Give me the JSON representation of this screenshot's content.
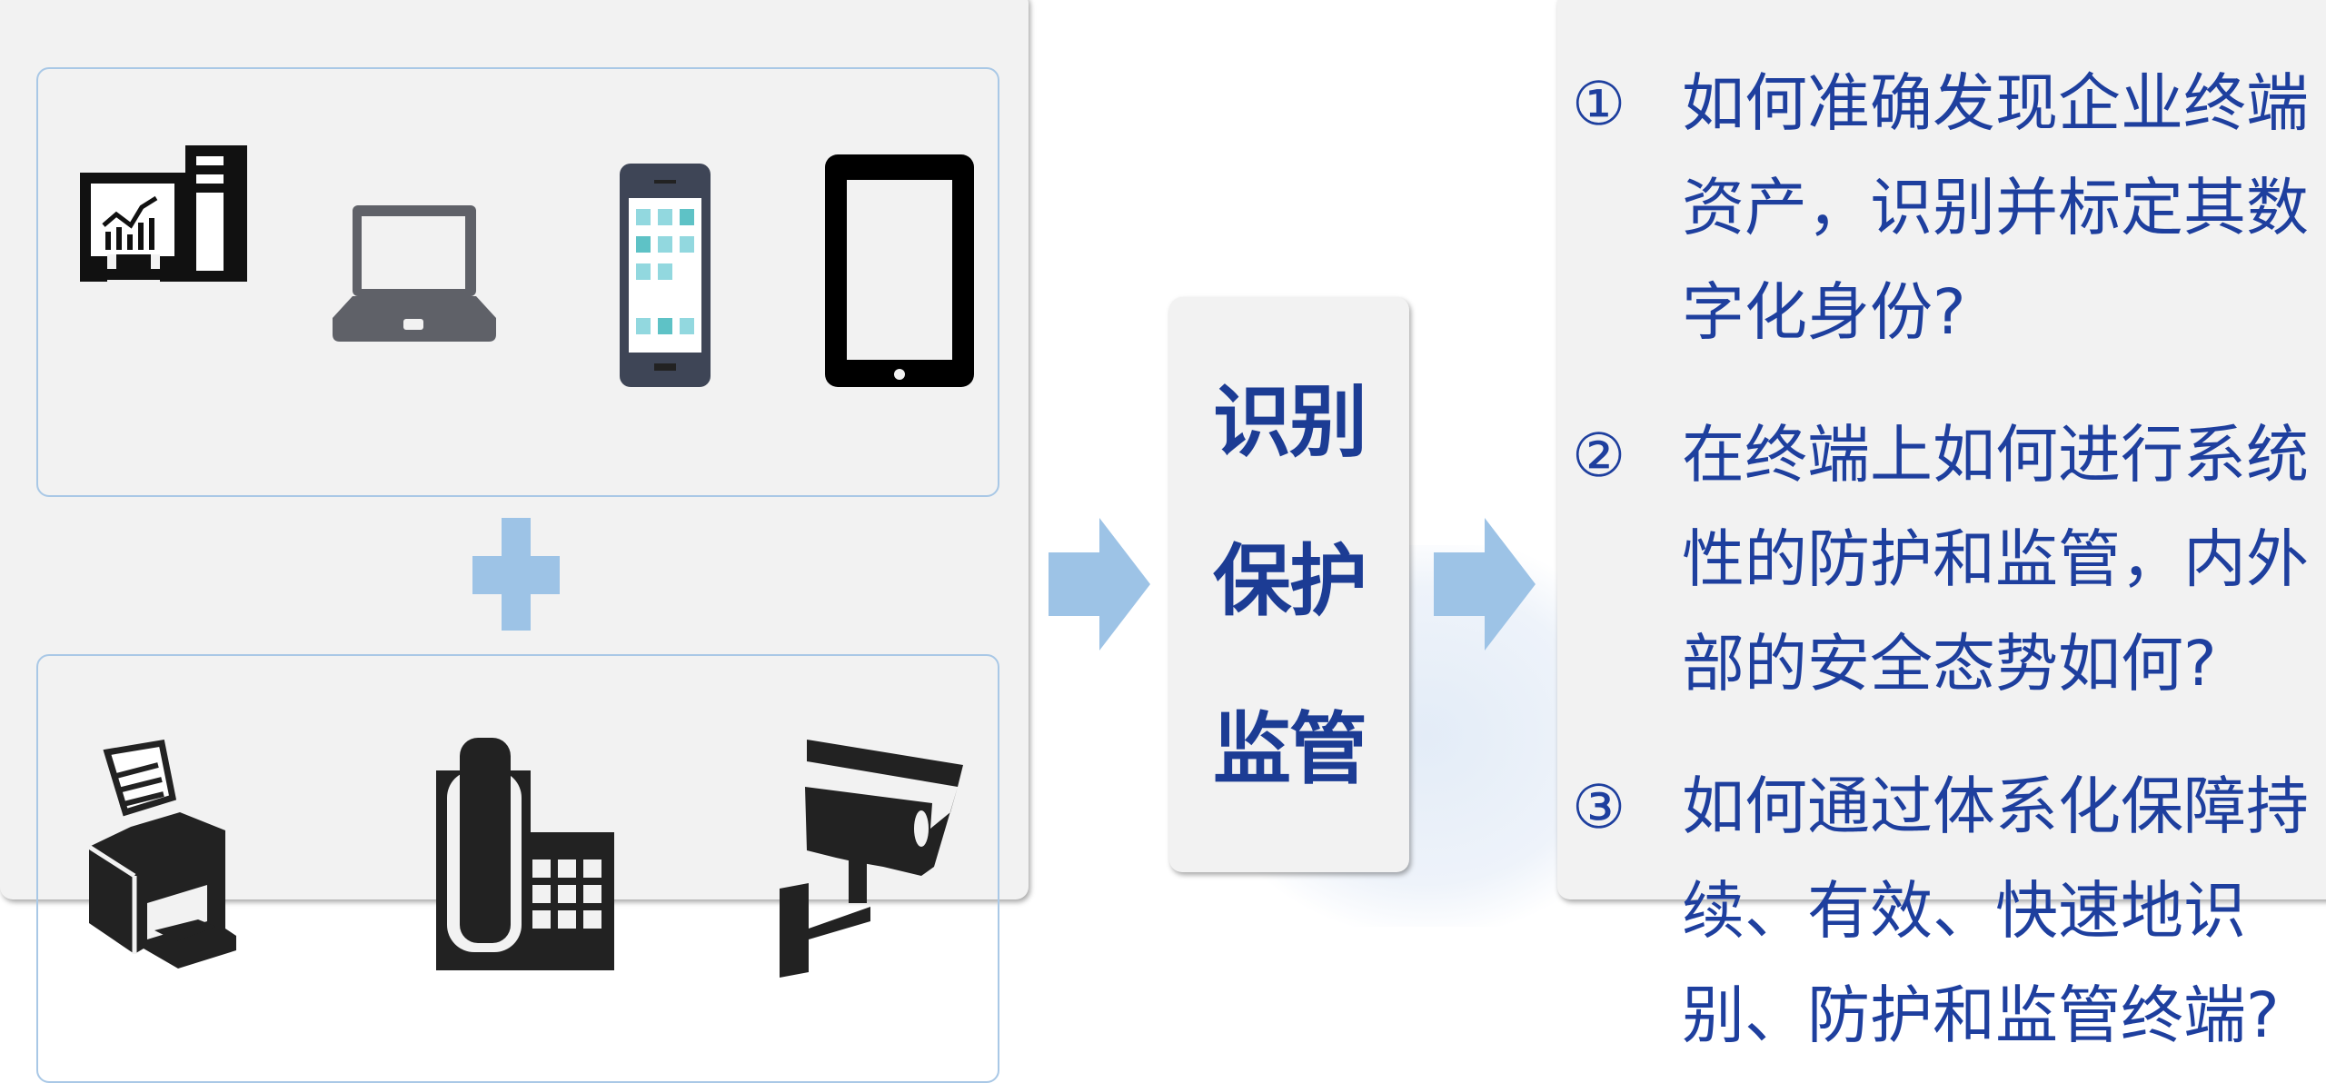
{
  "colors": {
    "accent": "#9dc3e6",
    "text": "#1e3f9e",
    "panel": "#f2f2f2"
  },
  "devices": {
    "endpoints": [
      "desktop-computer-icon",
      "laptop-icon",
      "smartphone-icon",
      "tablet-icon"
    ],
    "peripherals": [
      "printer-icon",
      "desk-phone-icon",
      "security-camera-icon"
    ]
  },
  "center": {
    "lines": [
      "识别",
      "保护",
      "监管"
    ]
  },
  "questions": [
    {
      "number": "①",
      "text": "如何准确发现企业终端资产，识别并标定其数字化身份?"
    },
    {
      "number": "②",
      "text": "在终端上如何进行系统性的防护和监管，内外部的安全态势如何?"
    },
    {
      "number": "③",
      "text": "如何通过体系化保障持续、有效、快速地识别、防护和监管终端?"
    }
  ]
}
